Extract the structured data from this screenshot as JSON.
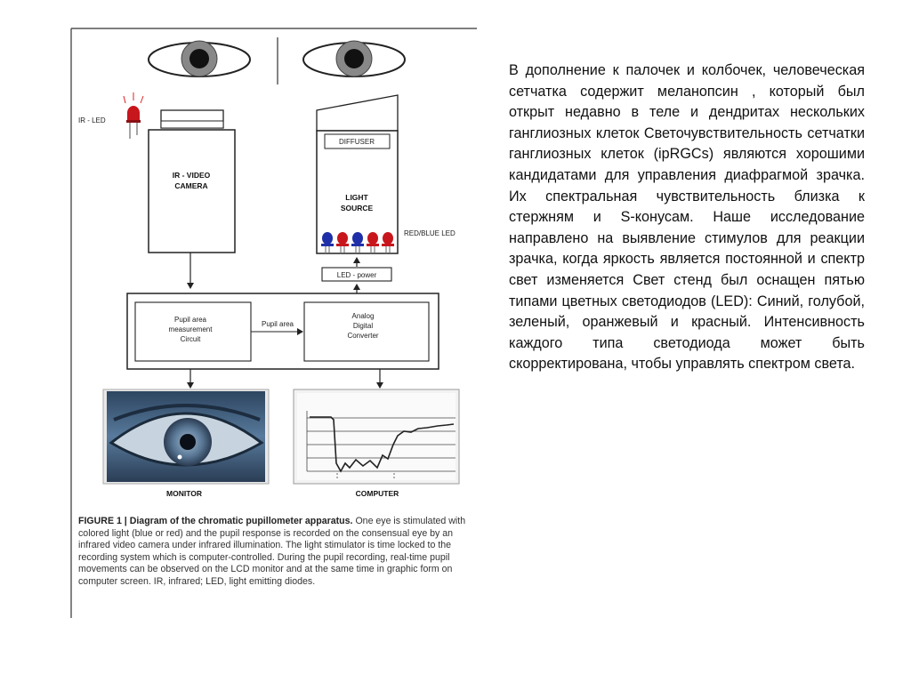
{
  "figure": {
    "labels": {
      "ir_led": "IR - LED",
      "ir_video_camera_l1": "IR - VIDEO",
      "ir_video_camera_l2": "CAMERA",
      "diffuser": "DIFFUSER",
      "light_source_l1": "LIGHT",
      "light_source_l2": "SOURCE",
      "red_blue_led": "RED/BLUE LED",
      "led_power": "LED - power",
      "pupil_area_measurement_l1": "Pupil area",
      "pupil_area_measurement_l2": "measurement",
      "pupil_area_measurement_l3": "Circuit",
      "pupil_area_arrow": "Pupil area",
      "adc_l1": "Analog",
      "adc_l2": "Digital",
      "adc_l3": "Converter",
      "monitor": "MONITOR",
      "computer": "COMPUTER"
    },
    "caption_title": "FIGURE 1 | Diagram of the chromatic pupillometer apparatus.",
    "caption_body": "One eye is stimulated with colored light (blue or red) and the pupil response is recorded on the consensual eye by an infrared video camera under infrared illumination. The light stimulator is time locked to the recording system which is computer-controlled. During the pupil recording, real-time pupil movements can be observed on the LCD monitor and at the same time in graphic form on computer screen. IR, infrared; LED, light emitting diodes.",
    "led_colors": [
      "#1f2fa8",
      "#c8161d",
      "#1f2fa8",
      "#c8161d",
      "#c8161d"
    ]
  },
  "slide_text": "В дополнение к палочек и колбочек, человеческая сетчатка содержит меланопсин , который был открыт недавно в теле и дендритах нескольких ганглиозных клеток Светочувствительность сетчатки ганглиозных клеток (ipRGCs) являются хорошими кандидатами для управления диафрагмой зрачка. Их спектральная чувствительность близка к стержням и S-конусам. Наше исследование направлено на выявление стимулов для реакции зрачка, когда яркость является постоянной и спектр свет изменяется Свет стенд был оснащен пятью типами цветных светодиодов (LED): Синий, голубой, зеленый, оранжевый и красный. Интенсивность каждого типа светодиода может быть скорректирована, чтобы управлять спектром света."
}
